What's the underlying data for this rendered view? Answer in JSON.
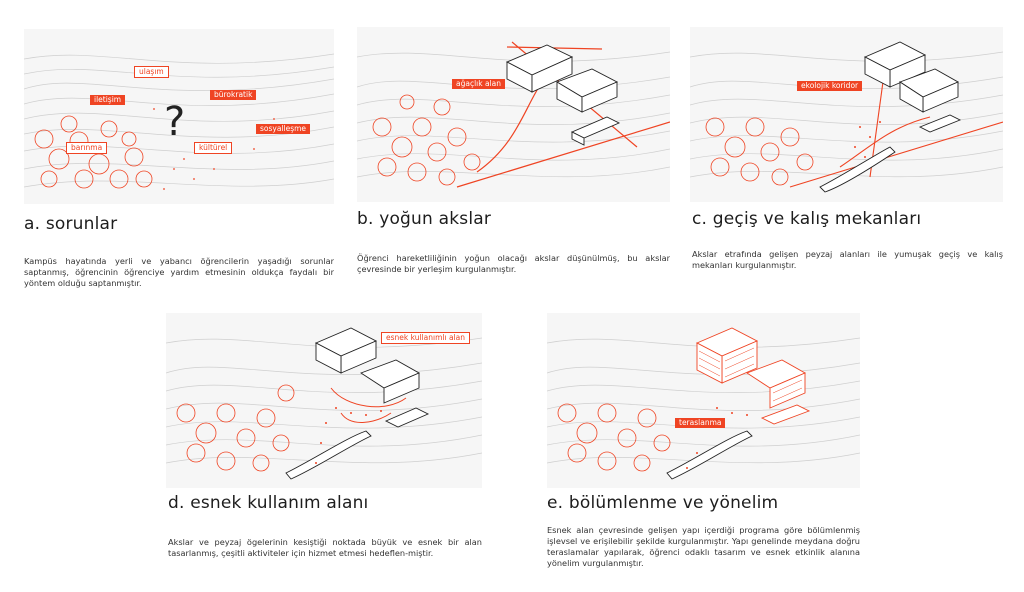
{
  "panels": {
    "a": {
      "title": "a. sorunlar",
      "caption": "Kampüs hayatında yerli ve yabancı öğrencilerin yaşadığı sorunlar saptanmış, öğrencinin öğrenciye yardım etmesinin oldukça faydalı bir yöntem olduğu saptanmıştır.",
      "question_mark": "?",
      "tags": {
        "ulasim": "ulaşım",
        "iletisim": "iletişim",
        "burokratik": "bürokratik",
        "barinma": "barınma",
        "kulturel": "kültürel",
        "sosyallesme": "sosyalleşme"
      }
    },
    "b": {
      "title": "b. yoğun akslar",
      "caption": "Öğrenci hareketliliğinin yoğun olacağı akslar düşünülmüş, bu akslar çevresinde bir yerleşim kurgulanmıştır.",
      "tag": "ağaçlık alan"
    },
    "c": {
      "title": "c. geçiş ve kalış mekanları",
      "caption": "Akslar etrafında gelişen peyzaj alanları ile yumuşak geçiş ve kalış mekanları kurgulanmıştır.",
      "tag": "ekolojik koridor"
    },
    "d": {
      "title": "d. esnek kullanım alanı",
      "caption": "Akslar ve peyzaj ögelerinin kesiştiği noktada büyük ve esnek bir alan tasarlanmış, çeşitli aktiviteler için hizmet etmesi hedeflen-miştir.",
      "tag": "esnek kullanımlı alan"
    },
    "e": {
      "title": "e. bölümlenme ve yönelim",
      "caption": "Esnek alan çevresinde gelişen yapı içerdiği programa göre bölümlenmiş işlevsel ve erişilebilir şekilde kurgulanmıştır. Yapı genelinde meydana doğru teraslamalar yapılarak, öğrenci odaklı tasarım ve esnek etkinlik alanına yönelim vurgulanmıştır.",
      "tag": "teraslanma"
    }
  },
  "colors": {
    "accent": "#ef4423",
    "line": "#c8c8c8",
    "ink": "#222222"
  }
}
